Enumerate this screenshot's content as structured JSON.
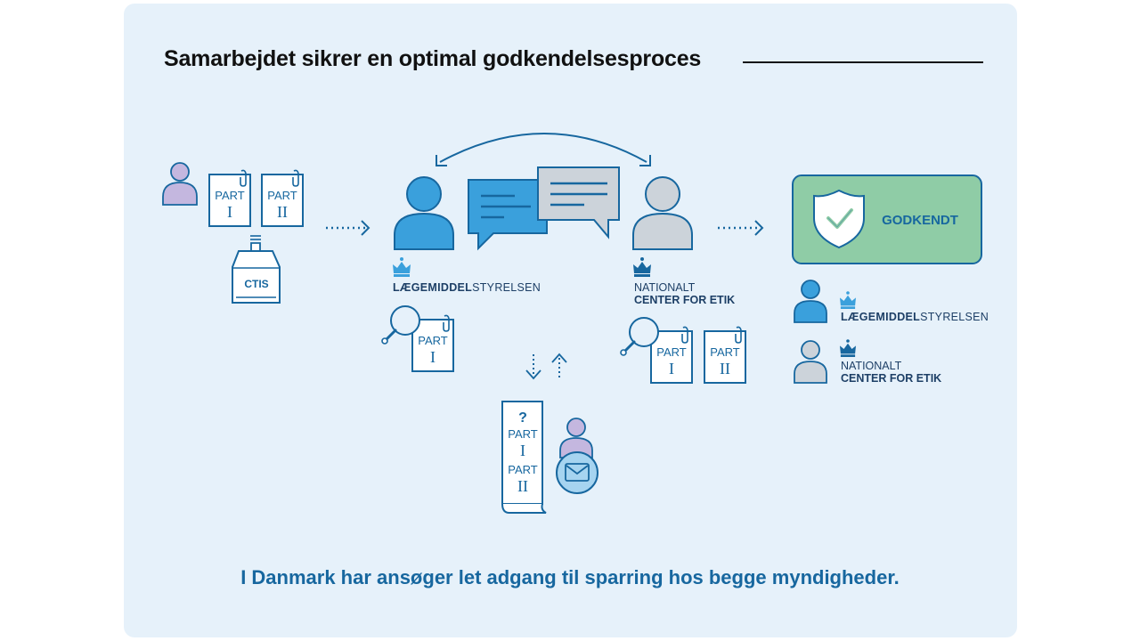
{
  "title": "Samarbejdet sikrer en optimal godkendelsesproces",
  "caption": "I Danmark har ansøger let adgang til sparring hos begge myndigheder.",
  "docs": {
    "part_label": "PART",
    "part_one": "I",
    "part_two": "II",
    "question": "?"
  },
  "ctis_label": "CTIS",
  "approved_label": "GODKENDT",
  "agencies": {
    "lms_bold": "LÆGEMIDDEL",
    "lms_thin": "STYRELSEN",
    "nce_line1": "NATIONALT",
    "nce_line2": "CENTER FOR ETIK"
  },
  "colors": {
    "primary_blue": "#3aa0dc",
    "dark_blue": "#17679f",
    "grey_person": "#ccd3da",
    "lilac_person": "#c4b7df",
    "approved_green": "#8fcca6",
    "background": "#e6f1fa"
  },
  "icons": [
    "person-icon",
    "document-icon",
    "ctis-drive-icon",
    "chat-bubble-icon",
    "crown-icon",
    "magnifier-icon",
    "shield-check-icon",
    "mail-icon",
    "scroll-document-icon"
  ]
}
